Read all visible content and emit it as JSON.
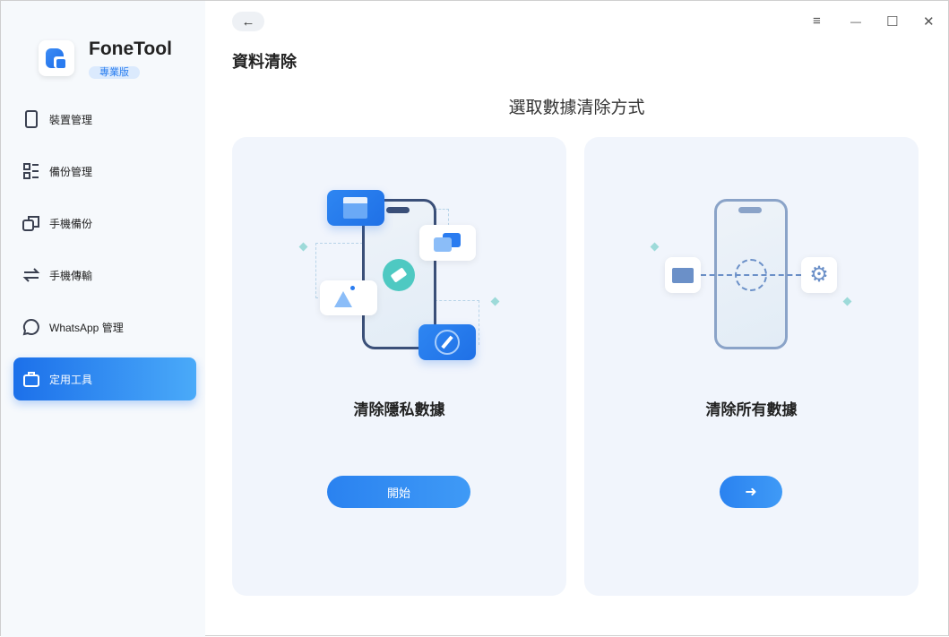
{
  "app": {
    "name": "FoneTool",
    "edition": "專業版"
  },
  "sidebar": {
    "items": [
      {
        "label": "裝置管理",
        "icon": "phone-icon"
      },
      {
        "label": "備份管理",
        "icon": "list-icon"
      },
      {
        "label": "手機備份",
        "icon": "copy-icon"
      },
      {
        "label": "手機傳輸",
        "icon": "transfer-icon"
      },
      {
        "label": "WhatsApp 管理",
        "icon": "chat-icon"
      },
      {
        "label": "定用工具",
        "icon": "toolbox-icon",
        "active": true
      }
    ]
  },
  "header": {
    "title": "資料清除",
    "back": "←",
    "menu": "≡",
    "minimize": "—",
    "maximize": "☐",
    "close": "✕"
  },
  "main": {
    "subtitle": "選取數據清除方式",
    "cards": [
      {
        "title": "清除隱私數據",
        "button": "開始"
      },
      {
        "title": "清除所有數據",
        "button": "➜"
      }
    ]
  },
  "colors": {
    "accent": "#2a82f0",
    "active_nav_end": "#4aaaf9",
    "eraser": "#4ec9c2"
  }
}
